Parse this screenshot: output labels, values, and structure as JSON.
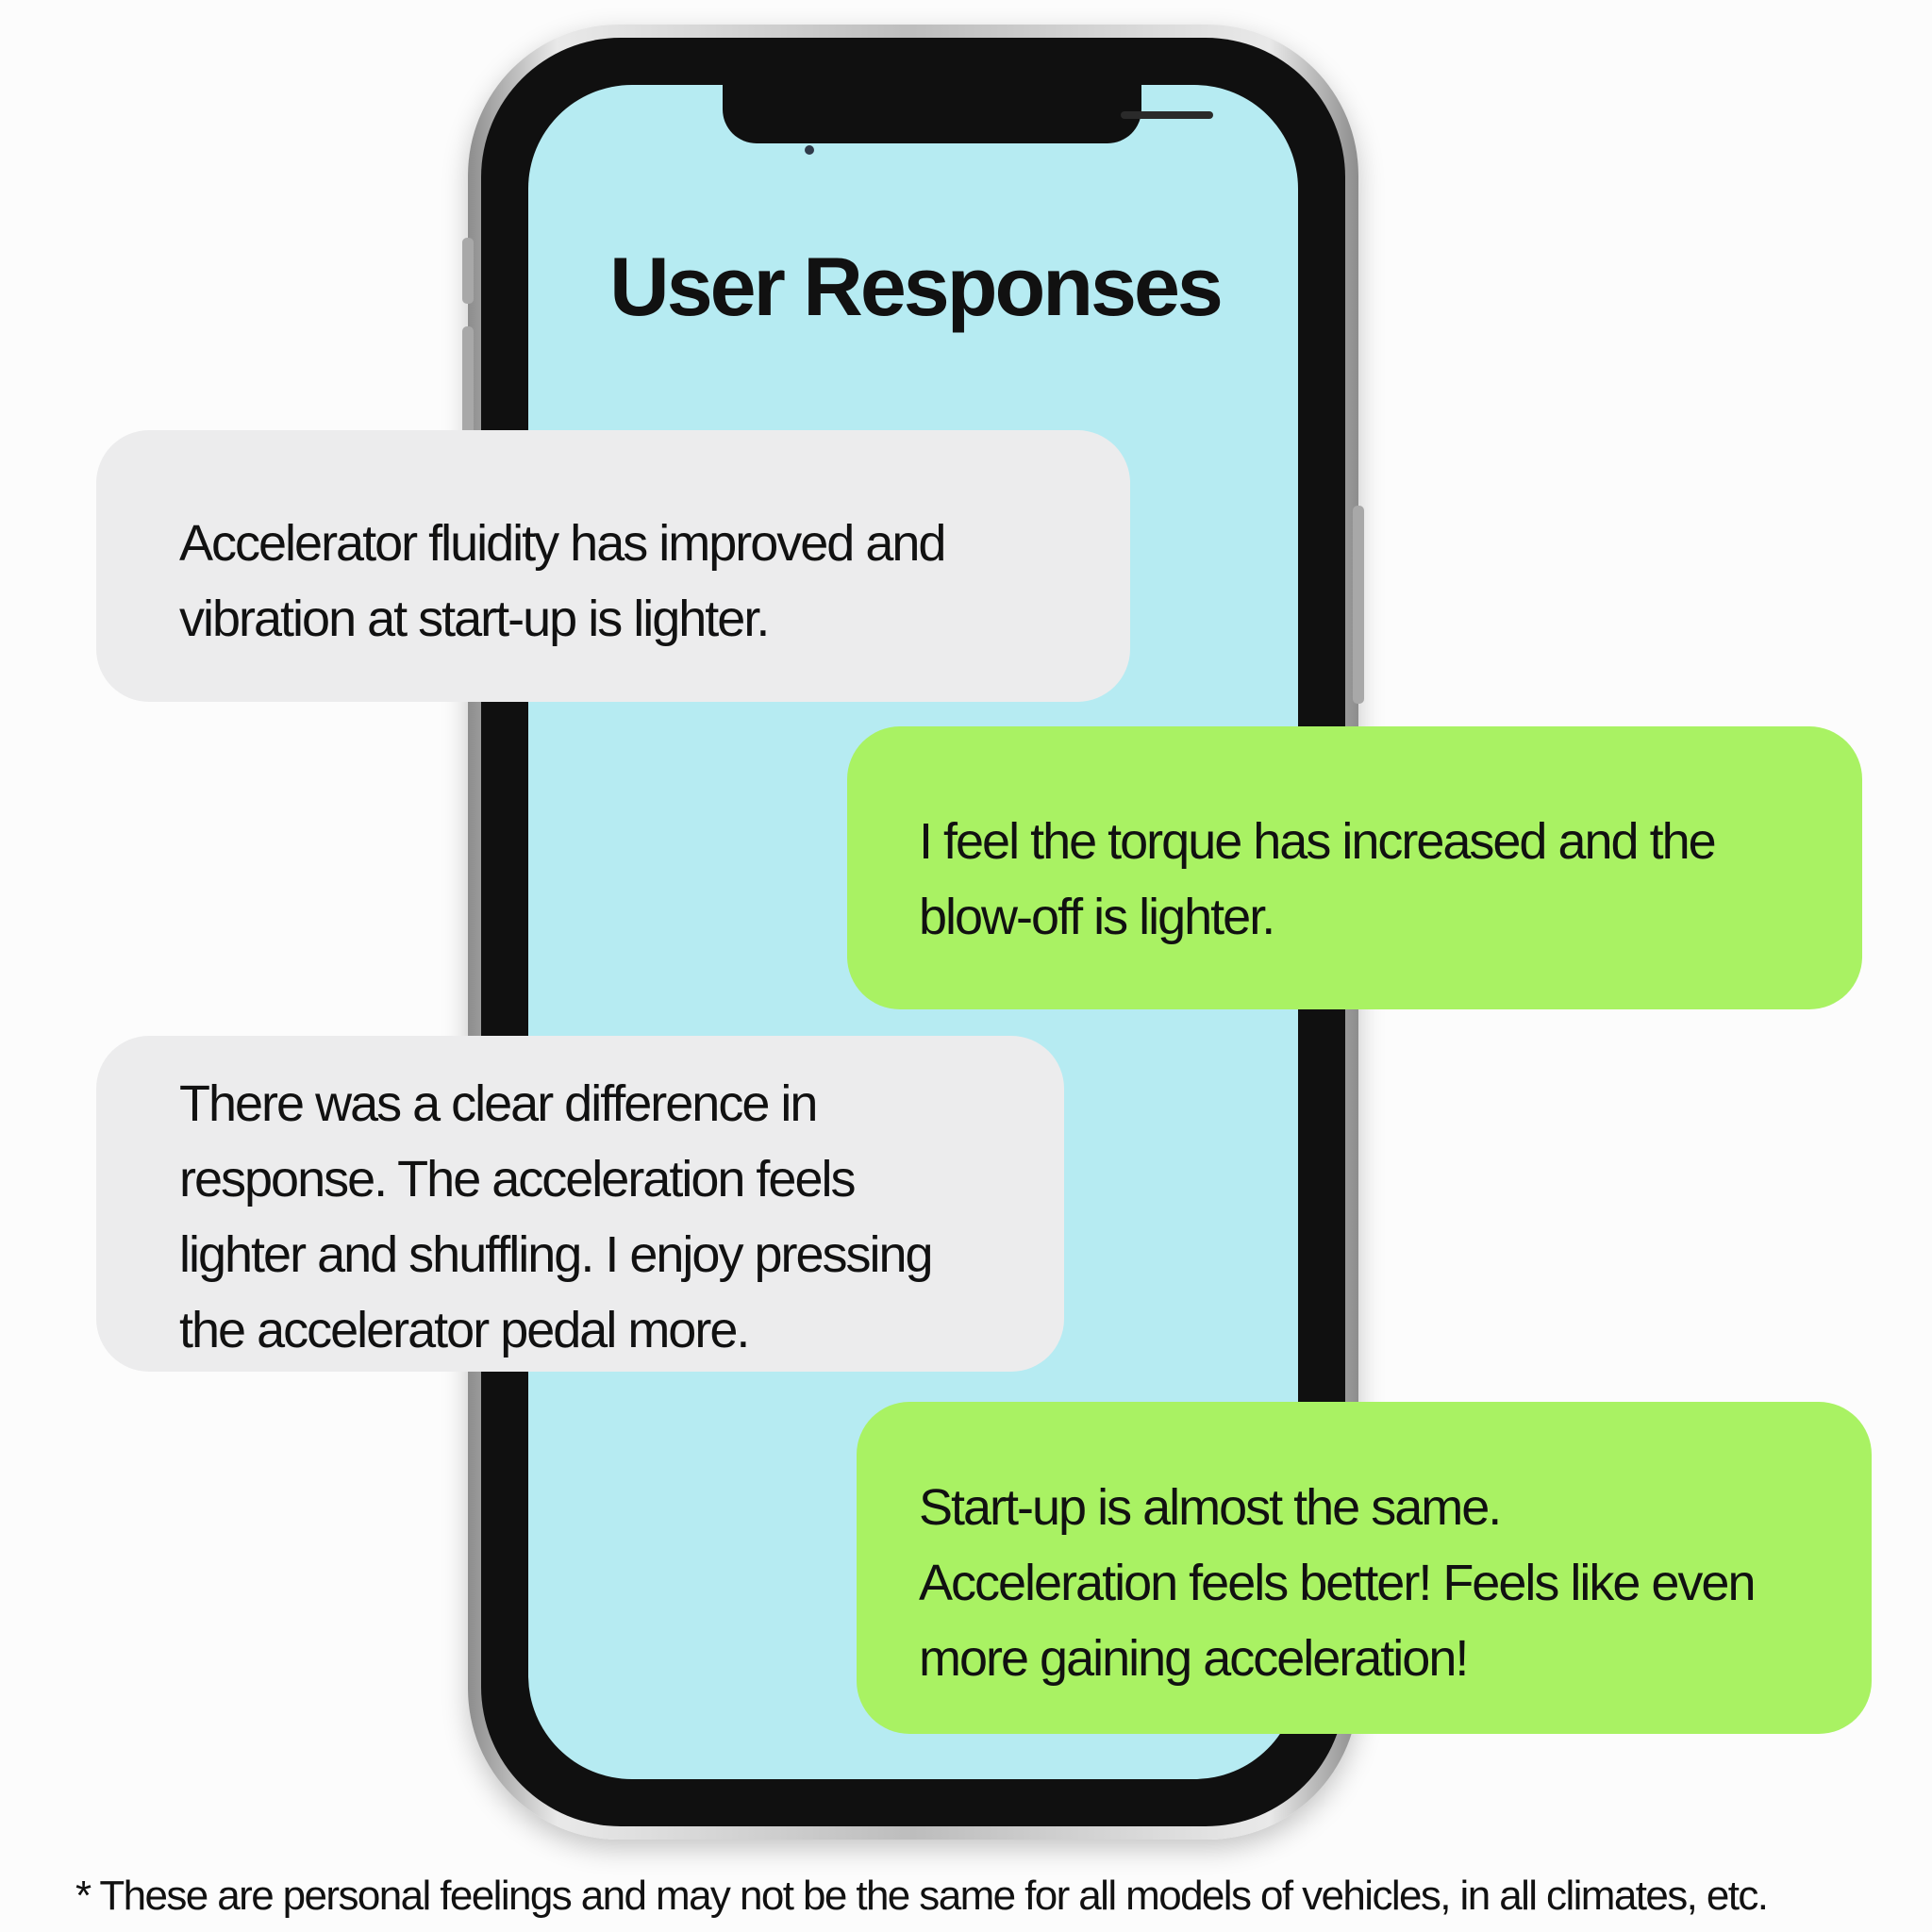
{
  "title": "User Responses",
  "responses": [
    {
      "side": "left",
      "text": "Accelerator fluidity has improved and\nvibration at start-up is lighter."
    },
    {
      "side": "right",
      "text": "I feel the torque has increased and the\nblow-off is lighter."
    },
    {
      "side": "left",
      "text": "There was a clear difference in\nresponse. The acceleration feels\nlighter and shuffling. I enjoy pressing\nthe accelerator pedal more."
    },
    {
      "side": "right",
      "text": "Start-up is almost the same.\nAcceleration feels better! Feels like even\nmore gaining acceleration!"
    }
  ],
  "footnote": "* These are personal feelings and may not be the same for all models of vehicles, in all climates, etc.",
  "colors": {
    "screen": "#b6ebf2",
    "left_bubble": "#ececed",
    "right_bubble": "#a9f263"
  }
}
